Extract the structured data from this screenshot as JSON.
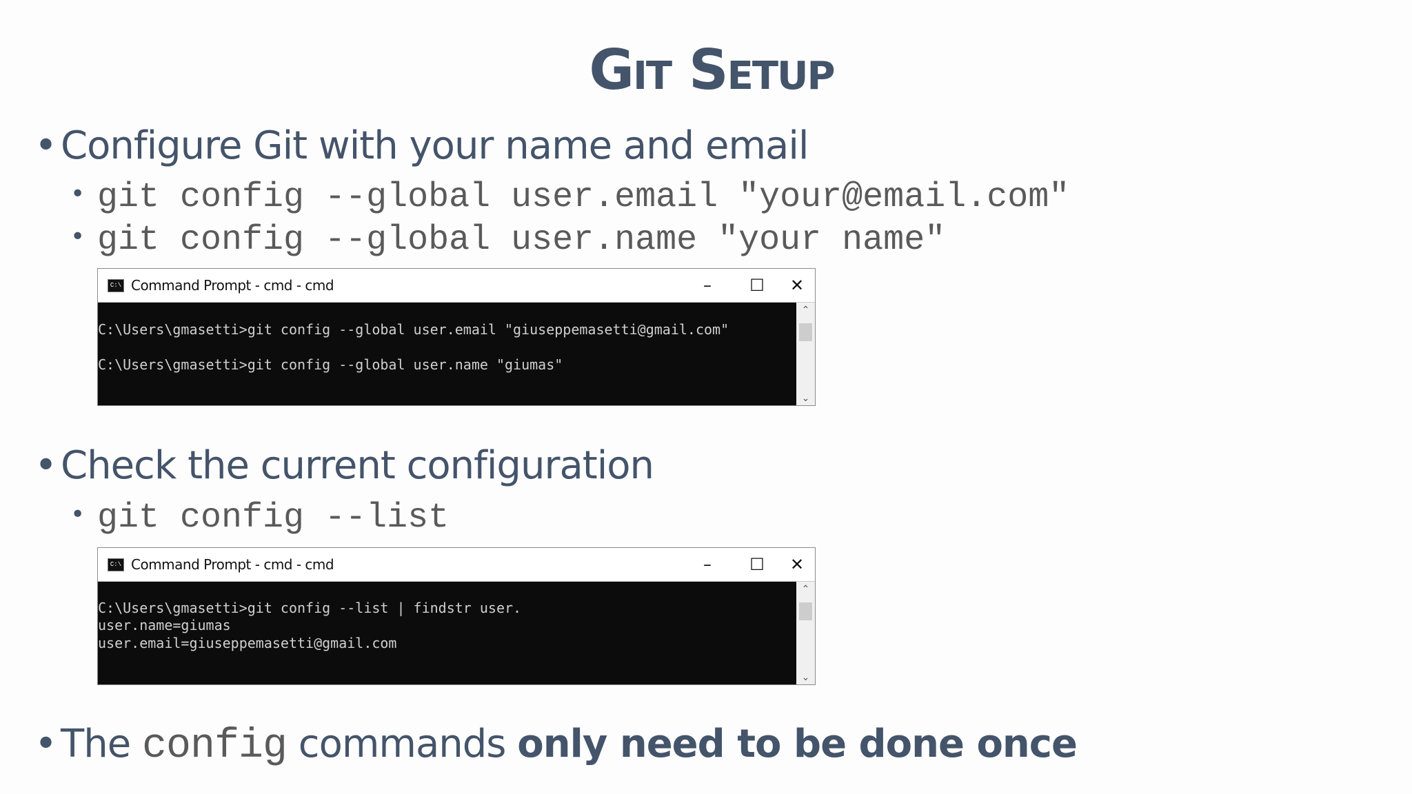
{
  "title": "Git Setup",
  "sections": [
    {
      "bullet": "Configure Git with your name and email",
      "commands": [
        "git config --global user.email \"your@email.com\"",
        "git config --global user.name \"your name\""
      ],
      "terminal": {
        "title": "Command Prompt - cmd - cmd",
        "lines": [
          "C:\\Users\\gmasetti>git config --global user.email \"giuseppemasetti@gmail.com\"",
          "",
          "C:\\Users\\gmasetti>git config --global user.name \"giumas\""
        ]
      }
    },
    {
      "bullet": "Check the current configuration",
      "commands": [
        "git config --list"
      ],
      "terminal": {
        "title": "Command Prompt - cmd - cmd",
        "lines": [
          "C:\\Users\\gmasetti>git config --list | findstr user.",
          "user.name=giumas",
          "user.email=giuseppemasetti@gmail.com"
        ]
      }
    }
  ],
  "final_bullet": {
    "pre": "The ",
    "code": "config",
    "mid": " commands ",
    "bold": "only need to be done once"
  },
  "window_controls": {
    "minimize": "–",
    "maximize": "☐",
    "close": "✕"
  },
  "colors": {
    "text": "#44546a",
    "terminal_bg": "#0c0c0c"
  }
}
